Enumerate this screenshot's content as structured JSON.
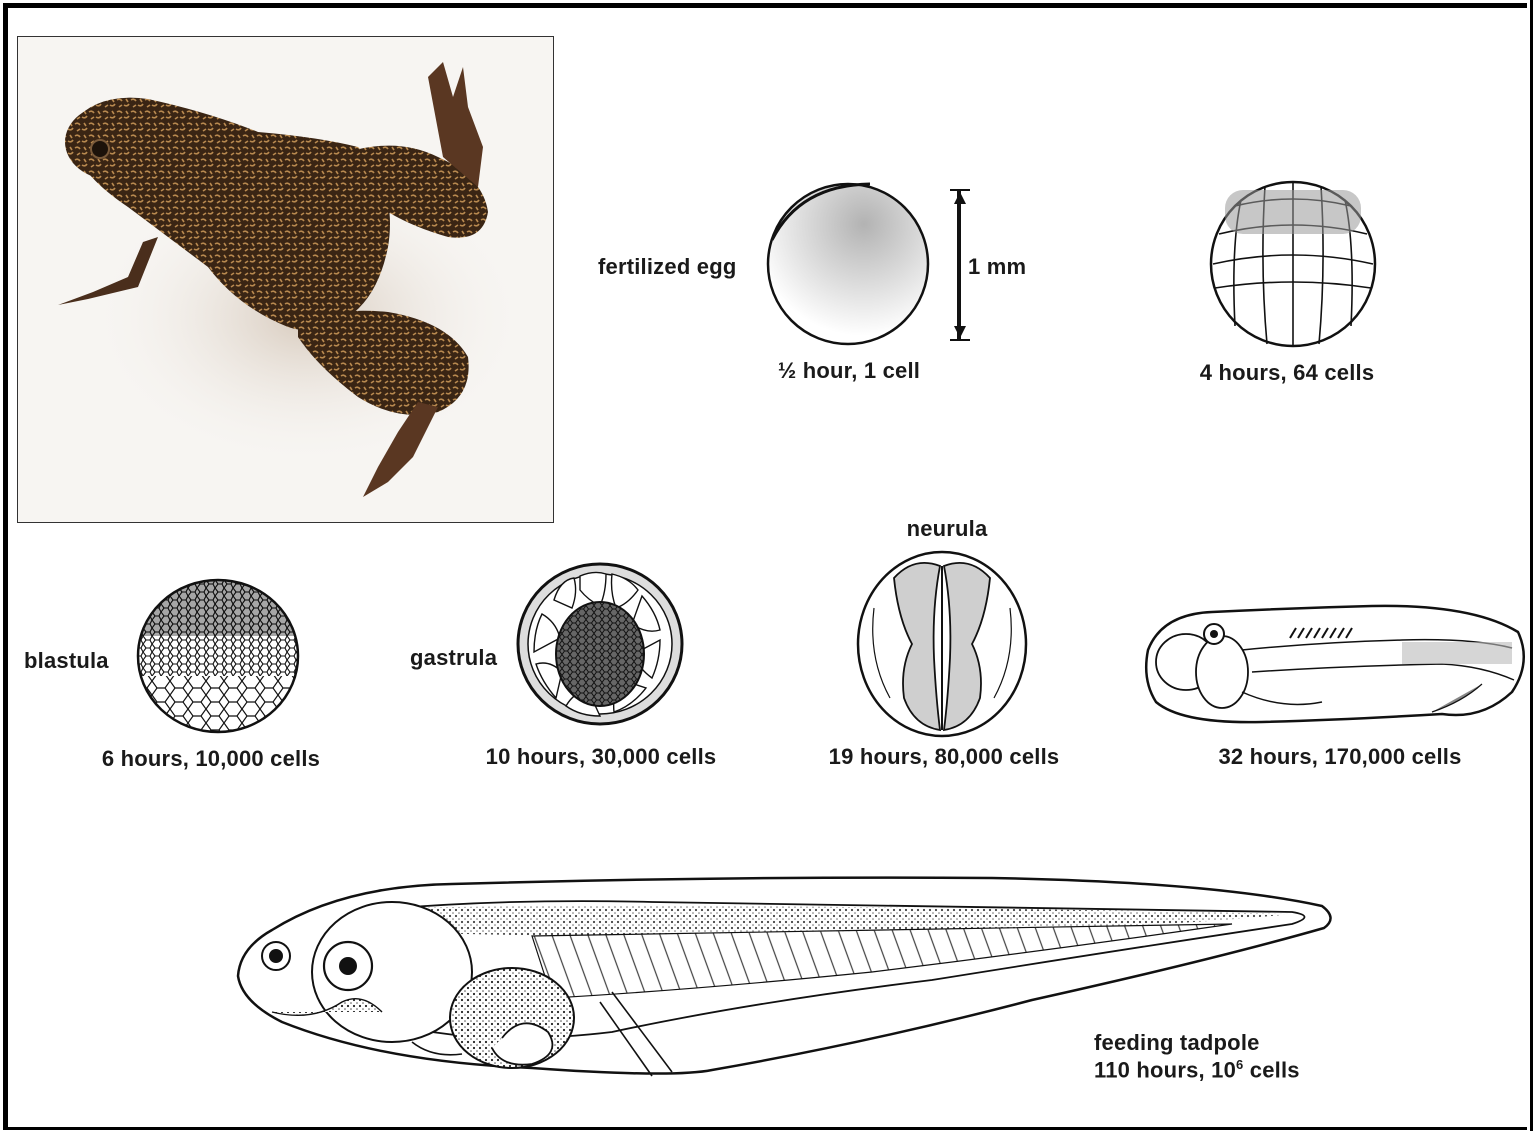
{
  "photo": {
    "subject": "adult frog photograph",
    "colors": {
      "skin": "#3a2514",
      "spots": "#b8894f",
      "background": "#f7f5f2"
    }
  },
  "stages": [
    {
      "id": "fertilized-egg",
      "name": "fertilized egg",
      "caption": "½ hour, 1 cell"
    },
    {
      "id": "64-cell",
      "name": "",
      "caption": "4 hours, 64 cells"
    },
    {
      "id": "blastula",
      "name": "blastula",
      "caption": "6 hours, 10,000 cells"
    },
    {
      "id": "gastrula",
      "name": "gastrula",
      "caption": "10 hours, 30,000 cells"
    },
    {
      "id": "neurula",
      "name": "neurula",
      "caption": "19 hours, 80,000 cells"
    },
    {
      "id": "tailbud",
      "name": "",
      "caption": "32 hours, 170,000 cells"
    },
    {
      "id": "tadpole",
      "name": "feeding tadpole",
      "caption_prefix": "110 hours, 10",
      "caption_sup": "6",
      "caption_suffix": " cells"
    }
  ],
  "scale_bar": {
    "label": "1 mm"
  },
  "colors": {
    "line": "#111111",
    "border": "#000000"
  }
}
